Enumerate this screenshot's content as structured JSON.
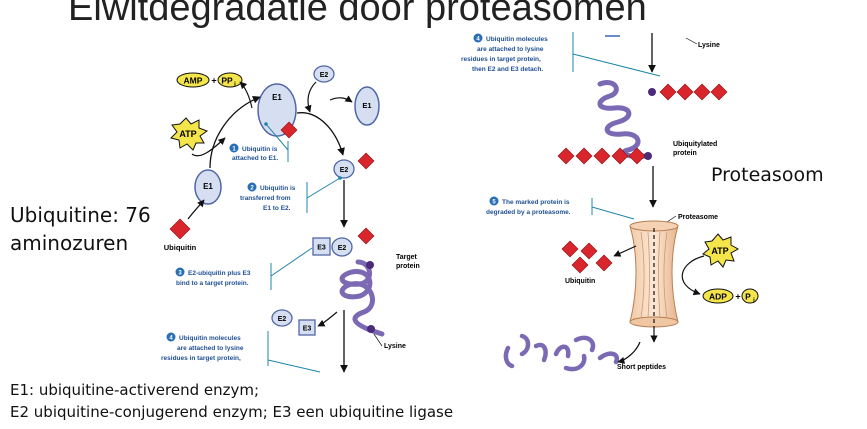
{
  "title": "Eiwitdegradatie door proteasomen",
  "ubiquitine_info": [
    "Ubiquitine: 76",
    "aminozuren"
  ],
  "proteasoom_label": "Proteasoom",
  "legend": [
    "E1: ubiquitine-activerend enzym;",
    "E2 ubiquitine-conjugerend enzym;  E3 een ubiquitine ligase"
  ],
  "diagram": {
    "amp_pp": {
      "amp": "AMP",
      "plus": "+",
      "pp": "PP",
      "i": "i"
    },
    "atp": "ATP",
    "e1": "E1",
    "e2": "E2",
    "e3": "E3",
    "ubiquitin": "Ubiquitin",
    "step1": {
      "num": "1",
      "lines": [
        "Ubiquitin is",
        "attached to E1."
      ]
    },
    "step2": {
      "num": "2",
      "lines": [
        "Ubiquitin is",
        "transferred from",
        "E1 to E2."
      ]
    },
    "step3": {
      "num": "3",
      "lines": [
        "E2-ubiquitin plus E3",
        "bind to a target protein."
      ]
    },
    "step4_bottom": {
      "num": "4",
      "lines": [
        "Ubiquitin molecules",
        "are attached to lysine",
        "residues in target protein,"
      ]
    },
    "step4_top": {
      "num": "4",
      "lines": [
        "Ubiquitin molecules",
        "are attached to lysine",
        "residues in target protein,",
        "then E2 and E3 detach."
      ]
    },
    "step5": {
      "num": "5",
      "lines": [
        "The marked protein is",
        "degraded by a proteasome."
      ]
    },
    "target_protein": [
      "Target",
      "protein"
    ],
    "lysine": "Lysine",
    "ubiquitylated_protein": [
      "Ubiquitylated",
      "protein"
    ],
    "proteasome": "Proteasome",
    "ubiquitin_right": "Ubiquitin",
    "adp_pi": {
      "adp": "ADP",
      "plus": "+",
      "p": "P",
      "i": "i"
    },
    "short_peptides": "Short peptides"
  }
}
